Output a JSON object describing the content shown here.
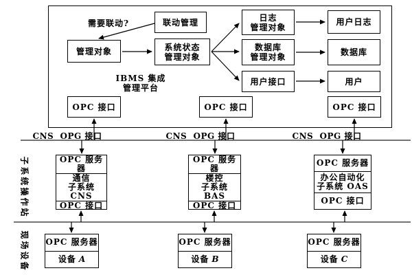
{
  "colors": {
    "line": "#000000",
    "background": "#ffffff"
  },
  "platform": {
    "title_line1": "IBMS 集成",
    "title_line2": "管理平台",
    "question": "需要联动?",
    "linkage_box": "联动管理",
    "manage_box": "管理对象",
    "sys_status_line1": "系统状态",
    "sys_status_line2": "管理对象",
    "log_line1": "日志",
    "log_line2": "管理对象",
    "user_log_box": "用户日志",
    "db_mgmt_line1": "数据库",
    "db_mgmt_line2": "管理对象",
    "database_box": "数据库",
    "user_if_box": "用户接口",
    "user_box": "用户",
    "opc_interface": "OPC 接口"
  },
  "bus": {
    "label": "CNS  OPG 接口"
  },
  "layers": {
    "subsystem_label": "子系统操作站",
    "field_label": "现场设备"
  },
  "subsystems": [
    {
      "server": "OPC 服务器",
      "name_line1": "通信",
      "name_line2": "子系统 CNS",
      "interface": "OPC 接口"
    },
    {
      "server": "OPC 服务器",
      "name_line1": "楼控",
      "name_line2": "子系统 BAS",
      "interface": "OPC 接口"
    },
    {
      "server": "OPC 服务器",
      "name_line1": "办公自动化",
      "name_line2": "子系统 OAS",
      "interface": "OPC 接口"
    }
  ],
  "devices": [
    {
      "server": "OPC 服务器",
      "label": "设备",
      "letter": "A"
    },
    {
      "server": "OPC 服务器",
      "label": "设备",
      "letter": "B"
    },
    {
      "server": "OPC 服务器",
      "label": "设备",
      "letter": "C"
    }
  ]
}
